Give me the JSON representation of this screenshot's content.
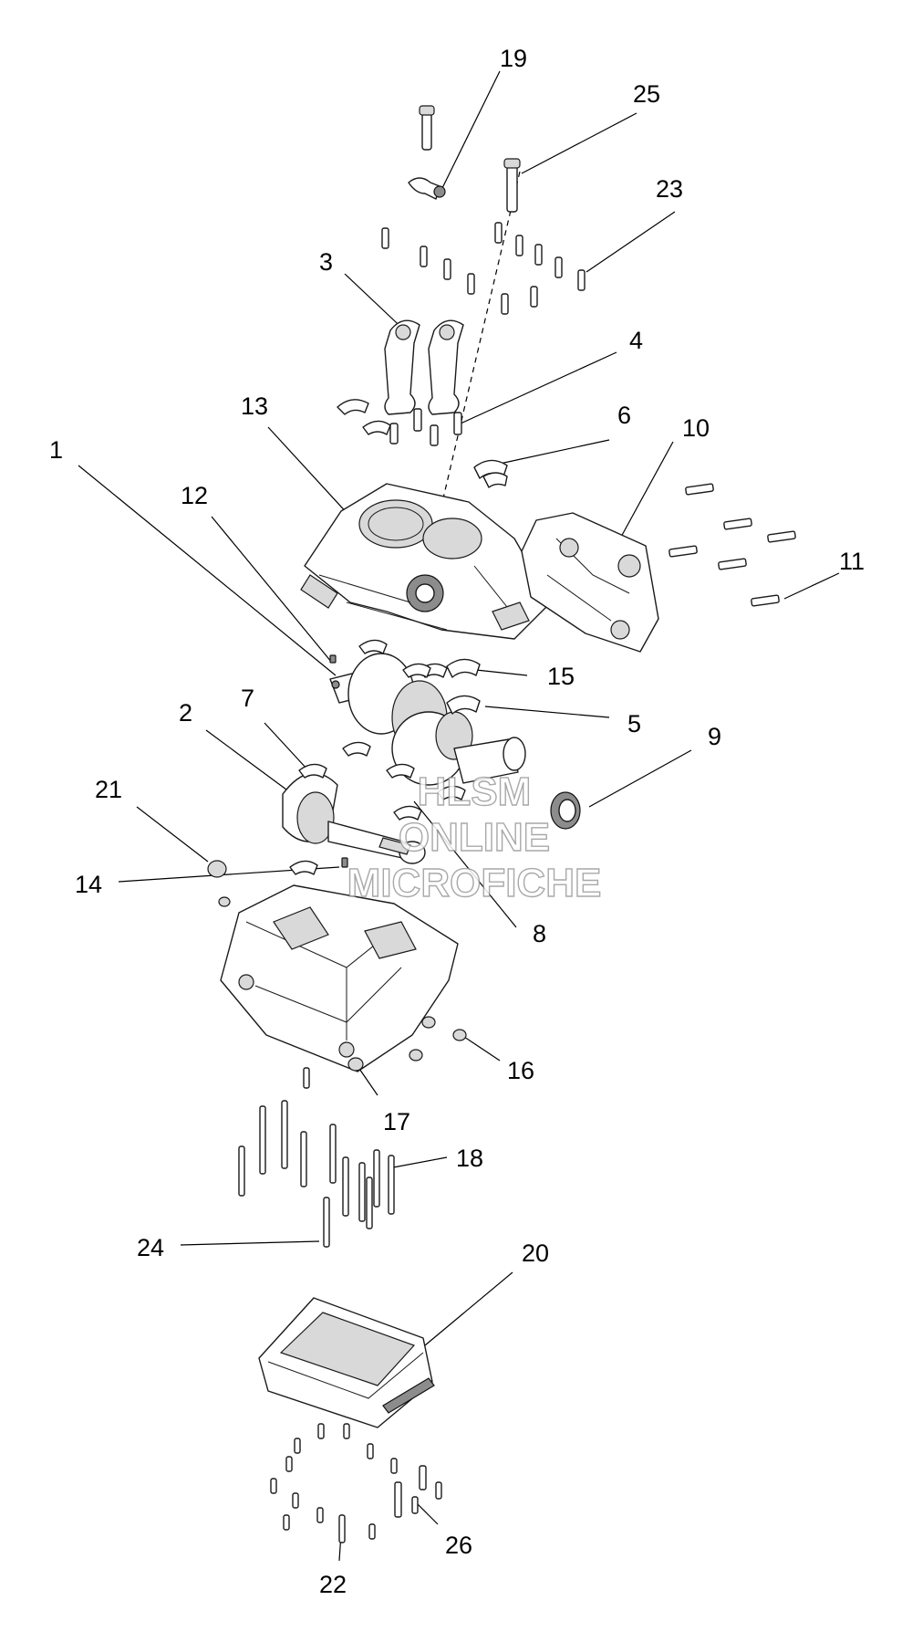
{
  "callouts": {
    "c1": "1",
    "c2": "2",
    "c3": "3",
    "c4": "4",
    "c5": "5",
    "c6": "6",
    "c7": "7",
    "c8": "8",
    "c9": "9",
    "c10": "10",
    "c11": "11",
    "c12": "12",
    "c13": "13",
    "c14": "14",
    "c15": "15",
    "c16": "16",
    "c17": "17",
    "c18": "18",
    "c19": "19",
    "c20": "20",
    "c21": "21",
    "c22": "22",
    "c23": "23",
    "c24": "24",
    "c25": "25",
    "c26": "26"
  },
  "watermark": {
    "line1": "HLSM",
    "line2": "ONLINE",
    "line3": "MICROFICHE"
  }
}
